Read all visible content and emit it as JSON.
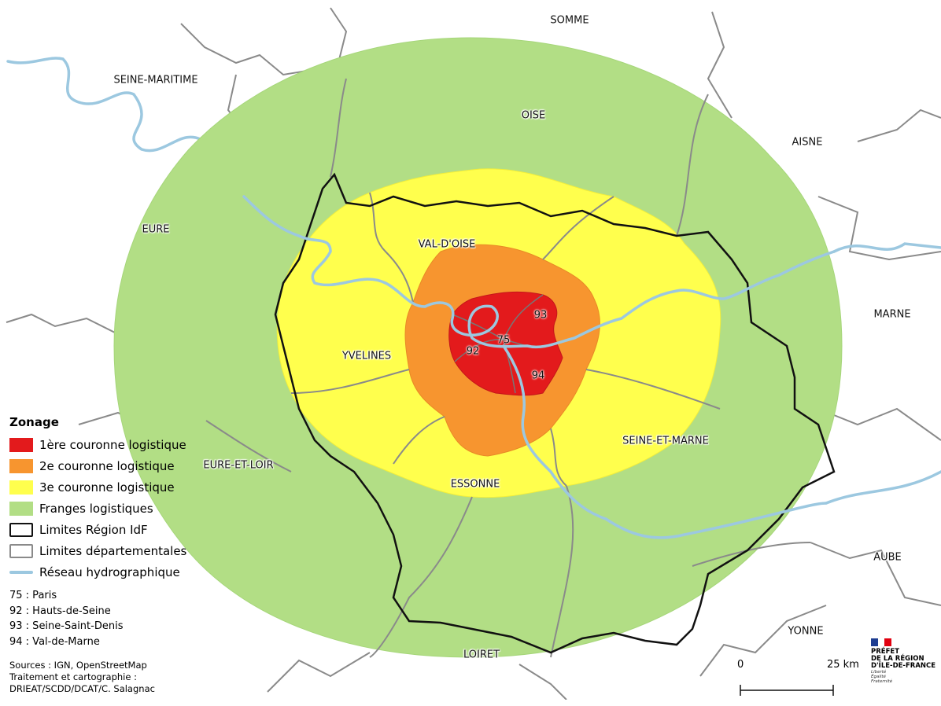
{
  "map": {
    "departments": {
      "somme": "SOMME",
      "seine_maritime": "SEINE-MARITIME",
      "oise": "OISE",
      "aisne": "AISNE",
      "eure": "EURE",
      "val_doise": "VAL-D'OISE",
      "marne": "MARNE",
      "yvelines": "YVELINES",
      "seine_et_marne": "SEINE-ET-MARNE",
      "eure_et_loir": "EURE-ET-LOIR",
      "essonne": "ESSONNE",
      "aube": "AUBE",
      "yonne": "YONNE",
      "loiret": "LOIRET"
    },
    "petite_couronne": {
      "paris": "75",
      "hauts_de_seine": "92",
      "seine_saint_denis": "93",
      "val_de_marne": "94"
    }
  },
  "legend": {
    "title": "Zonage",
    "items": [
      {
        "label": "1ère couronne logistique",
        "color": "#e31a1c",
        "kind": "fill"
      },
      {
        "label": "2e couronne logistique",
        "color": "#f7952f",
        "kind": "fill"
      },
      {
        "label": "3e couronne logistique",
        "color": "#ffff4d",
        "kind": "fill"
      },
      {
        "label": "Franges logistiques",
        "color": "#b2de85",
        "kind": "fill"
      },
      {
        "label": "Limites Région IdF",
        "color": "#111111",
        "kind": "outline"
      },
      {
        "label": "Limites départementales",
        "color": "#8a8a8a",
        "kind": "outline"
      },
      {
        "label": "Réseau hydrographique",
        "color": "#9cc8e0",
        "kind": "line"
      }
    ]
  },
  "codes": [
    "75 : Paris",
    "92 : Hauts-de-Seine",
    "93 : Seine-Saint-Denis",
    "94 : Val-de-Marne"
  ],
  "sources": {
    "line1": "Sources : IGN, OpenStreetMap",
    "line2": "Traitement et cartographie :",
    "line3": "DRIEAT/SCDD/DCAT/C. Salagnac"
  },
  "scale": {
    "start": "0",
    "end": "25 km"
  },
  "logo": {
    "line1": "PRÉFET",
    "line2": "DE LA RÉGION",
    "line3": "D'ÎLE-DE-FRANCE",
    "motto1": "Liberté",
    "motto2": "Égalité",
    "motto3": "Fraternité"
  }
}
